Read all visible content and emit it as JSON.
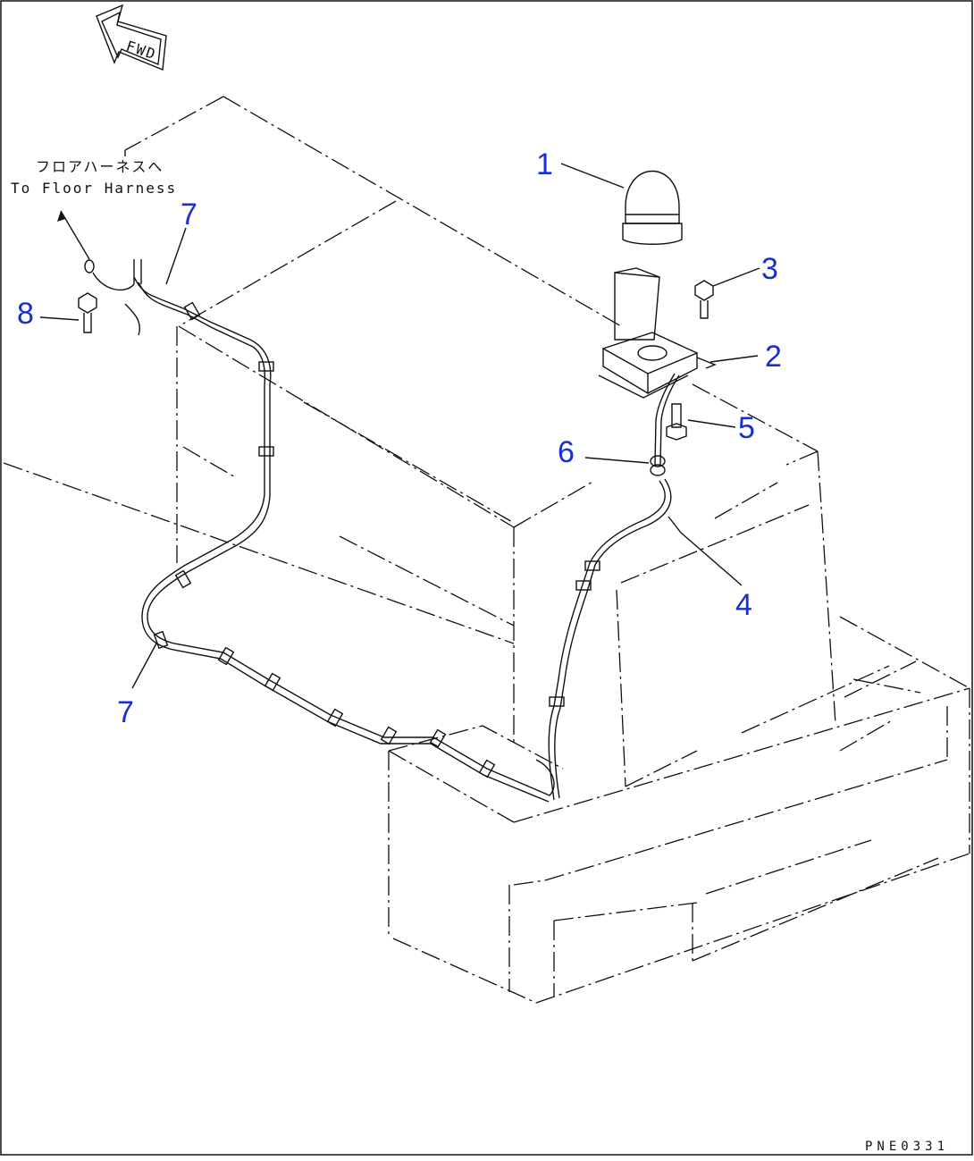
{
  "diagram": {
    "callouts": [
      {
        "id": "callout-1",
        "text": "1"
      },
      {
        "id": "callout-2",
        "text": "2"
      },
      {
        "id": "callout-3",
        "text": "3"
      },
      {
        "id": "callout-4",
        "text": "4"
      },
      {
        "id": "callout-5",
        "text": "5"
      },
      {
        "id": "callout-6",
        "text": "6"
      },
      {
        "id": "callout-7a",
        "text": "7"
      },
      {
        "id": "callout-7b",
        "text": "7"
      },
      {
        "id": "callout-8",
        "text": "8"
      }
    ],
    "note_jp": "フロアハーネスへ",
    "note_en": "To Floor Harness",
    "fwd_mark": "FWD",
    "code": "PNE0331",
    "label_color": "#1a2fd0"
  }
}
